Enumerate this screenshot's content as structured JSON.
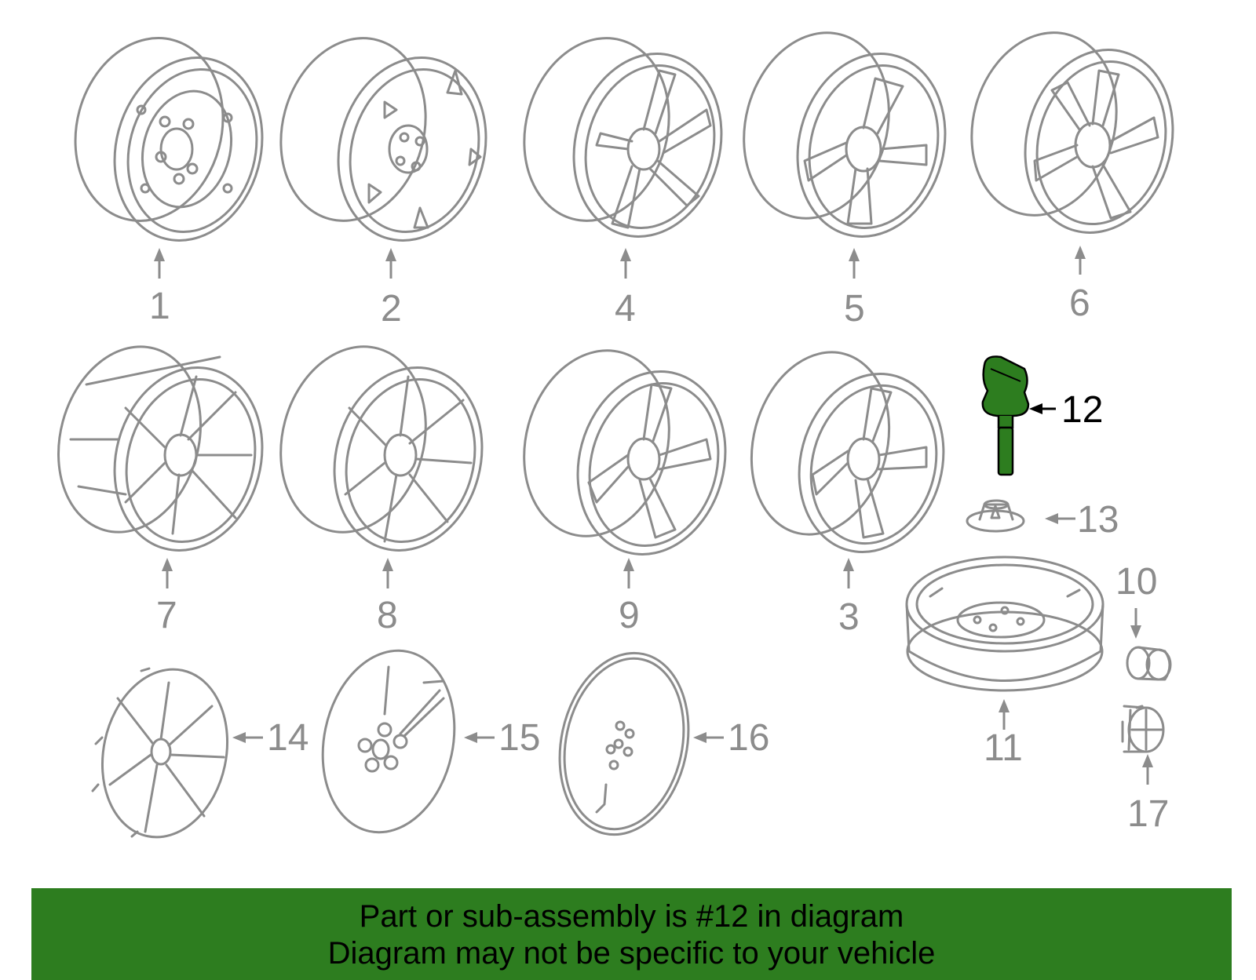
{
  "diagram": {
    "parts": [
      {
        "number": "1",
        "name": "steel wheel"
      },
      {
        "number": "2",
        "name": "steel wheel with cover slots"
      },
      {
        "number": "4",
        "name": "alloy wheel"
      },
      {
        "number": "5",
        "name": "alloy wheel"
      },
      {
        "number": "6",
        "name": "alloy wheel"
      },
      {
        "number": "7",
        "name": "alloy wheel"
      },
      {
        "number": "8",
        "name": "alloy wheel"
      },
      {
        "number": "9",
        "name": "alloy wheel"
      },
      {
        "number": "3",
        "name": "alloy wheel"
      },
      {
        "number": "12",
        "name": "tire pressure sensor"
      },
      {
        "number": "13",
        "name": "sensor nut"
      },
      {
        "number": "11",
        "name": "spare wheel"
      },
      {
        "number": "10",
        "name": "lug nut"
      },
      {
        "number": "14",
        "name": "wheel cover"
      },
      {
        "number": "15",
        "name": "wheel cover"
      },
      {
        "number": "16",
        "name": "wheel cover"
      },
      {
        "number": "17",
        "name": "center cap"
      }
    ],
    "highlighted_part": "12",
    "colors": {
      "line": "#8c8c8c",
      "highlight_fill": "#2d7d1f",
      "highlight_label": "#000000",
      "banner": "#2d7d1f"
    }
  },
  "footer": {
    "line1": "Part or sub-assembly is #12 in diagram",
    "line2": "Diagram may not be specific to your vehicle"
  }
}
